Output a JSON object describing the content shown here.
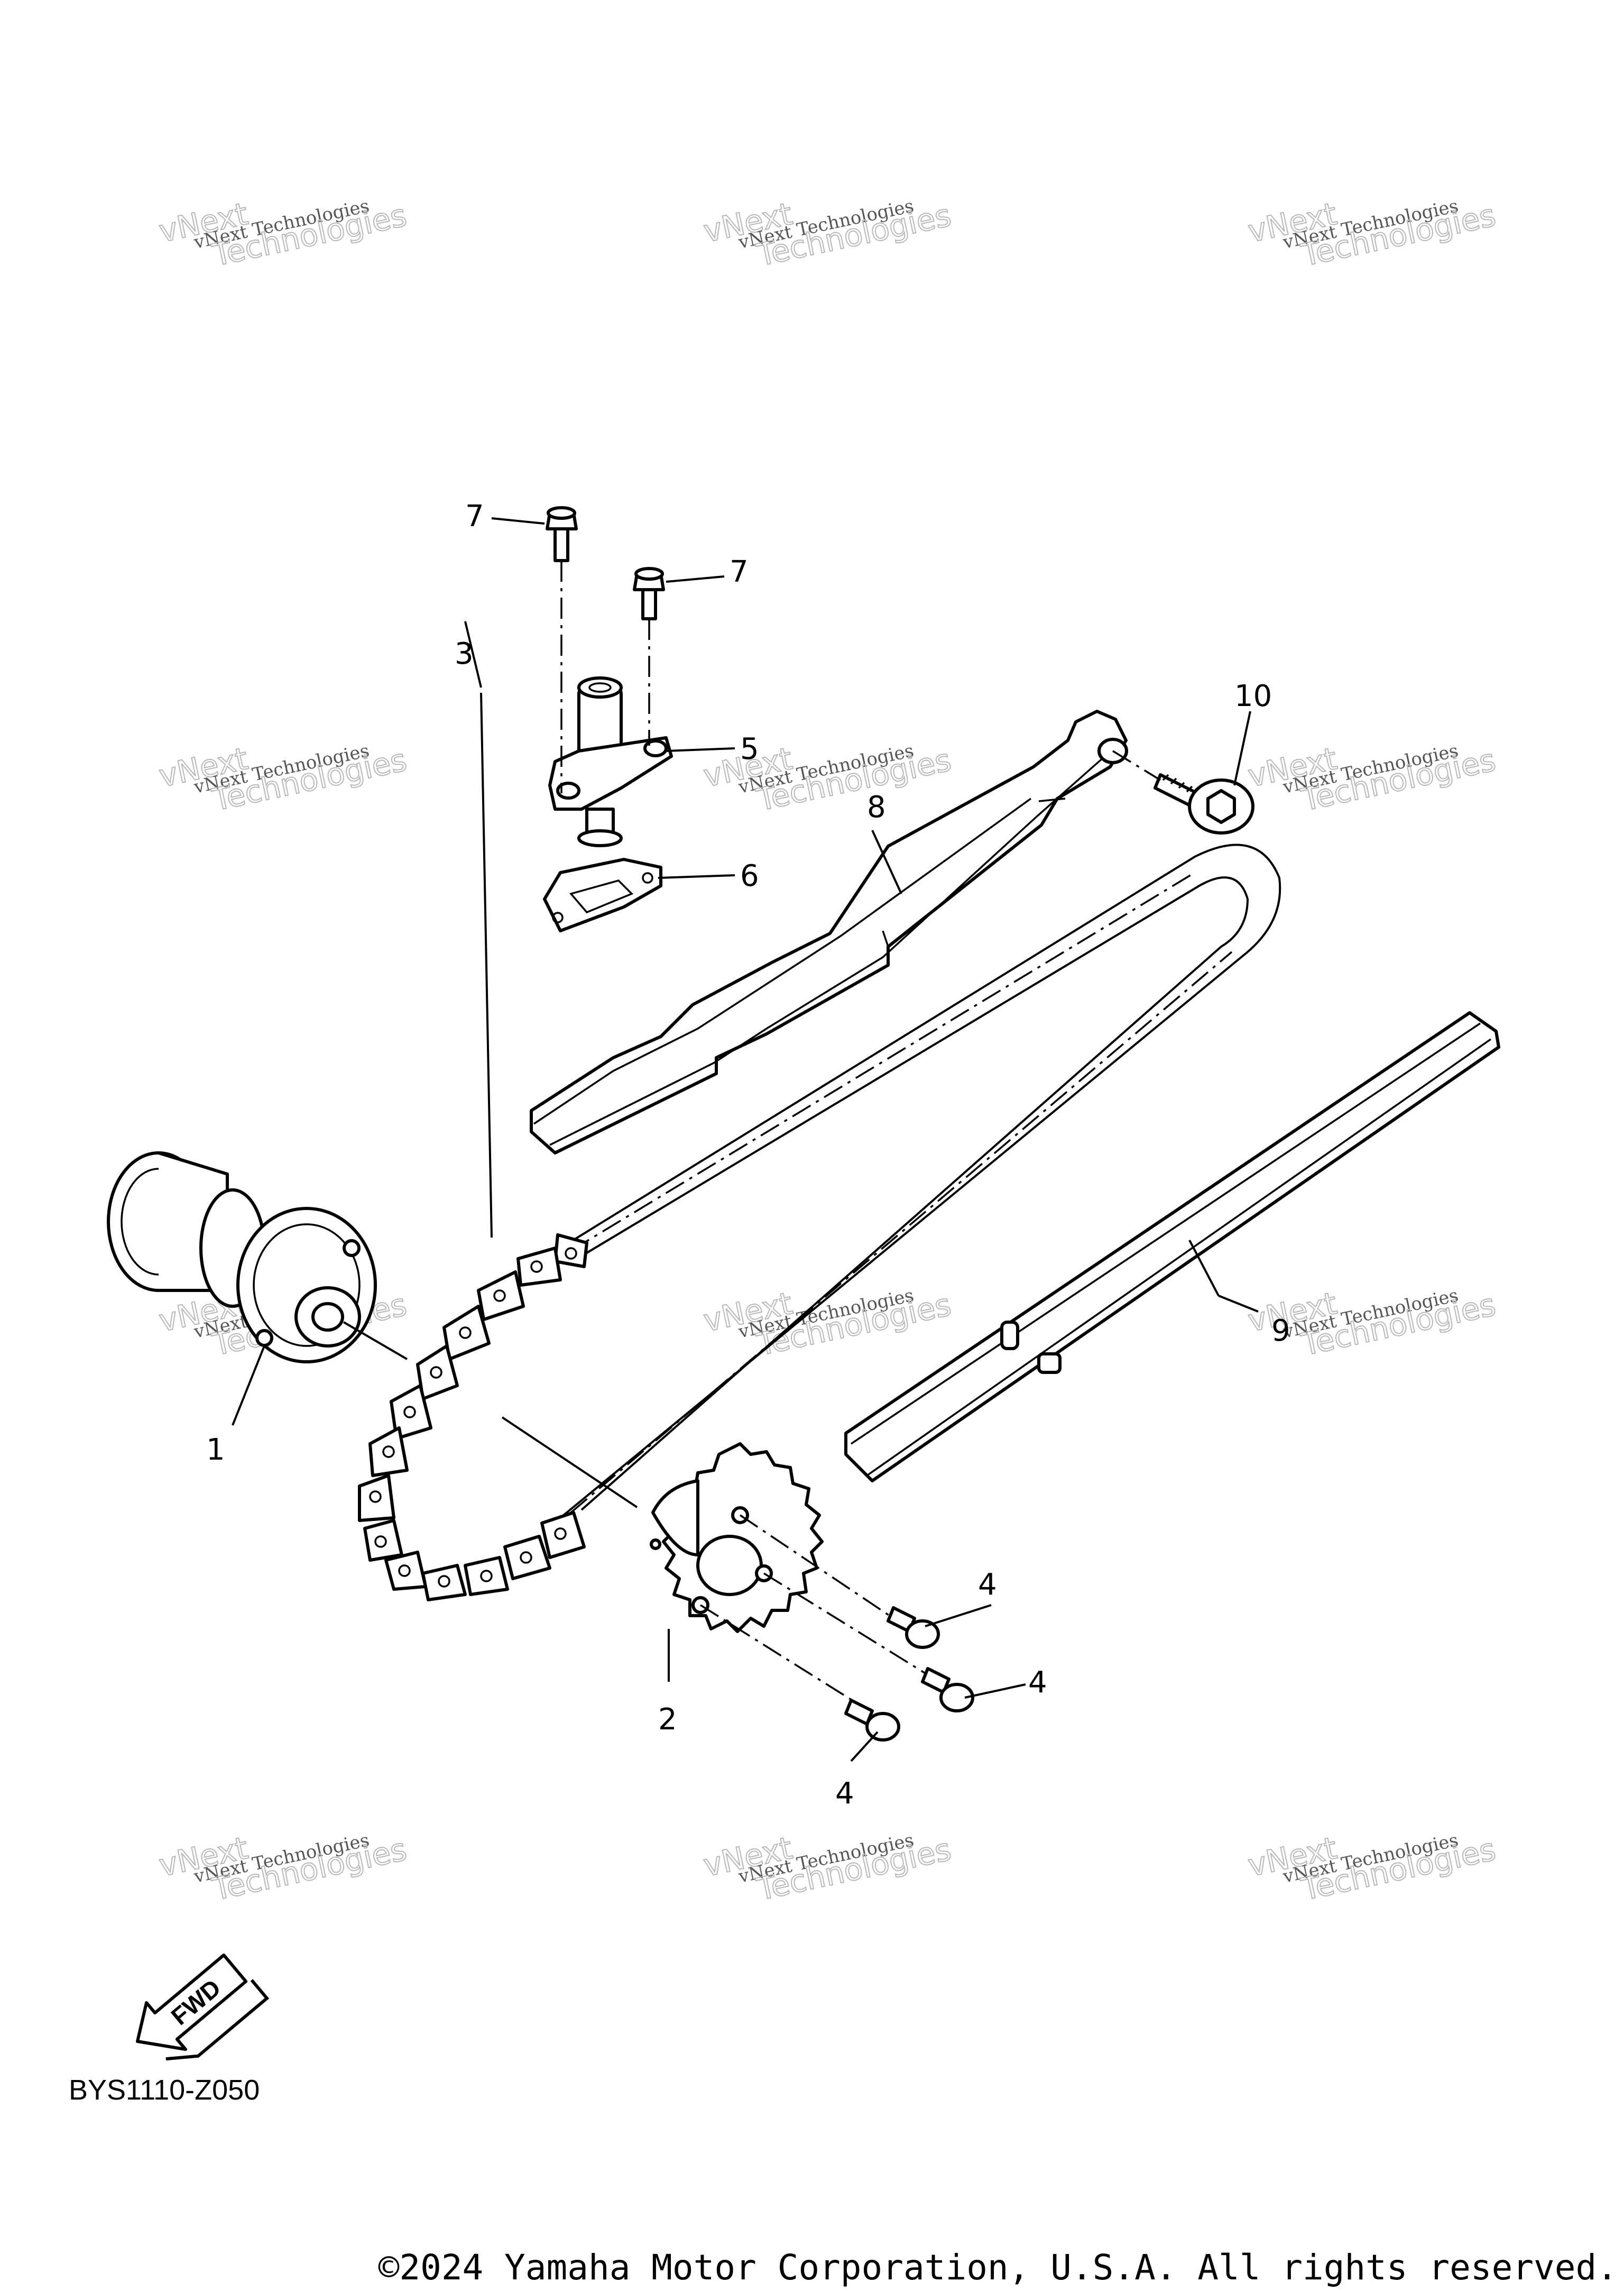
{
  "diagram": {
    "code": "BYS1110-Z050",
    "copyright": "©2024 Yamaha Motor Corporation, U.S.A. All rights reserved.",
    "fwd_label": "FWD",
    "watermark": {
      "line1": "vNext Technologies",
      "line2": "Technologies",
      "line3": "vNext"
    },
    "callouts": {
      "c1": "1",
      "c2": "2",
      "c3": "3",
      "c4a": "4",
      "c4b": "4",
      "c4c": "4",
      "c5": "5",
      "c6": "6",
      "c7a": "7",
      "c7b": "7",
      "c8": "8",
      "c9": "9",
      "c10": "10"
    }
  }
}
